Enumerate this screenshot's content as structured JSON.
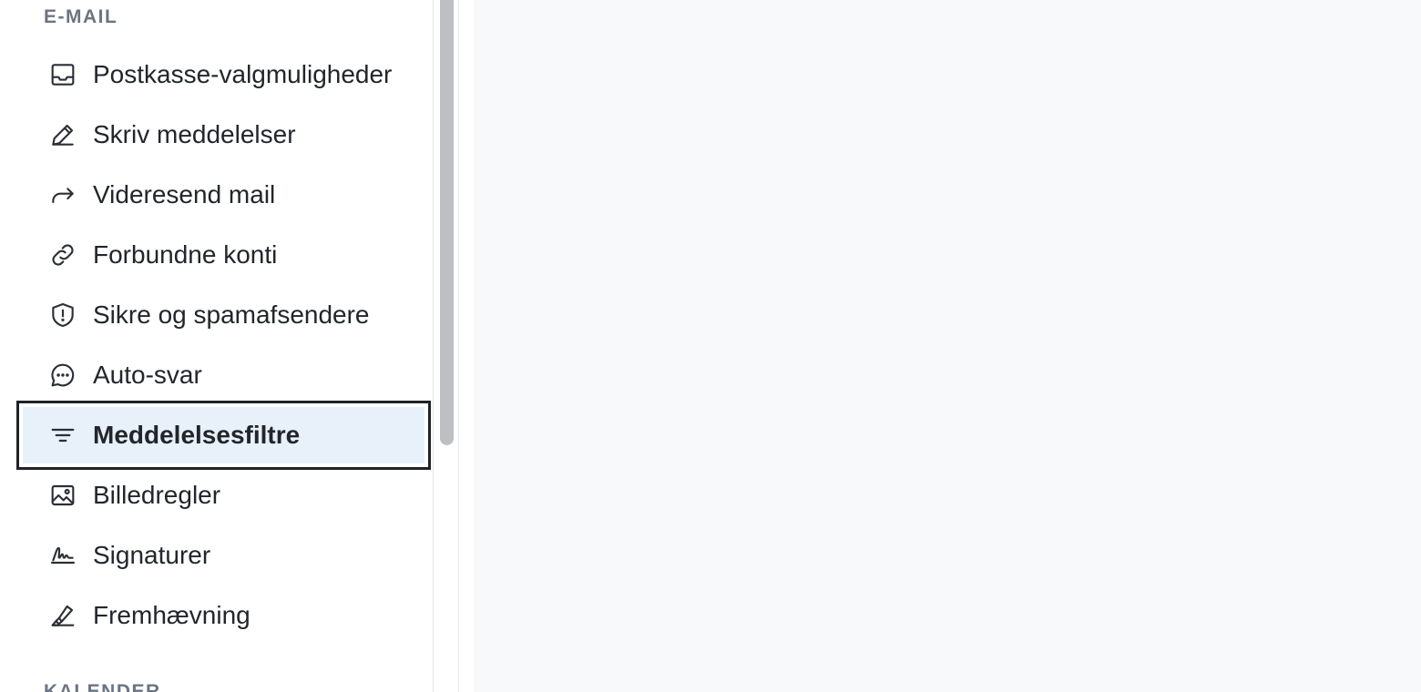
{
  "sidebar": {
    "email_heading": "E-MAIL",
    "calendar_heading": "KALENDER",
    "items": [
      {
        "label": "Postkasse-valgmuligheder",
        "icon": "inbox-icon"
      },
      {
        "label": "Skriv meddelelser",
        "icon": "pencil-icon"
      },
      {
        "label": "Videresend mail",
        "icon": "forward-arrow-icon"
      },
      {
        "label": "Forbundne konti",
        "icon": "link-icon"
      },
      {
        "label": "Sikre og spamafsendere",
        "icon": "shield-alert-icon"
      },
      {
        "label": "Auto-svar",
        "icon": "chat-bubble-icon"
      },
      {
        "label": "Meddelelsesfiltre",
        "icon": "filter-icon",
        "selected": true
      },
      {
        "label": "Billedregler",
        "icon": "image-icon"
      },
      {
        "label": "Signaturer",
        "icon": "signature-icon"
      },
      {
        "label": "Fremhævning",
        "icon": "highlighter-icon"
      }
    ]
  },
  "colors": {
    "selected_bg": "#e8f0fa",
    "selected_border": "#1f2328",
    "heading": "#6b7582",
    "main_bg": "#f8f9fb"
  }
}
